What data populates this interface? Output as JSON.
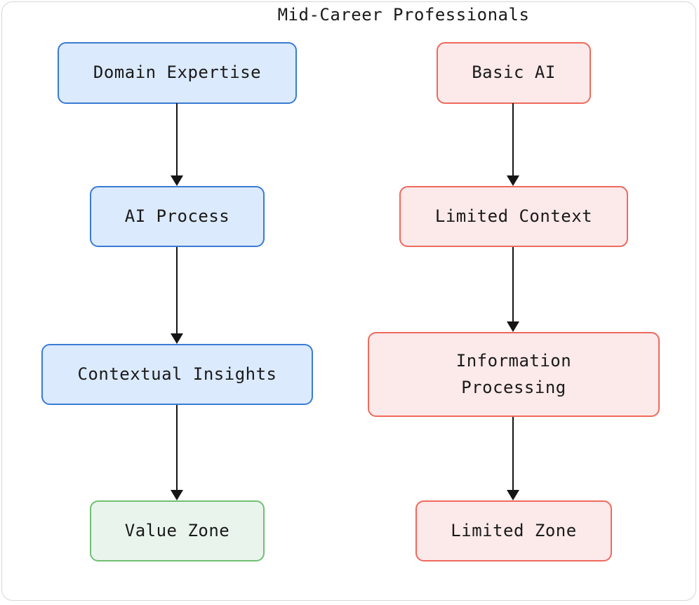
{
  "title": "Mid-Career Professionals",
  "nodes": {
    "domain_expertise": {
      "label": "Domain Expertise",
      "type": "blue"
    },
    "ai_process": {
      "label": "AI Process",
      "type": "blue"
    },
    "contextual_insights": {
      "label": "Contextual Insights",
      "type": "blue"
    },
    "value_zone": {
      "label": "Value Zone",
      "type": "green"
    },
    "basic_ai": {
      "label": "Basic AI",
      "type": "red"
    },
    "limited_context": {
      "label": "Limited Context",
      "type": "red"
    },
    "information_processing": {
      "label": "Information\nProcessing",
      "type": "red"
    },
    "limited_zone": {
      "label": "Limited Zone",
      "type": "red"
    }
  },
  "edges": [
    {
      "from": "Domain Expertise",
      "to": "AI Process"
    },
    {
      "from": "AI Process",
      "to": "Contextual Insights"
    },
    {
      "from": "Contextual Insights",
      "to": "Value Zone"
    },
    {
      "from": "Basic AI",
      "to": "Limited Context"
    },
    {
      "from": "Limited Context",
      "to": "Information Processing"
    },
    {
      "from": "Information Processing",
      "to": "Limited Zone"
    }
  ],
  "colors": {
    "background": "#ffffff",
    "frame_border": "#d6d6d6",
    "blue_fill": "#dbeafc",
    "blue_stroke": "#3a7bd5",
    "red_fill": "#fce9e9",
    "red_stroke": "#ee6a5c",
    "green_fill": "#e9f5ec",
    "green_stroke": "#6fbf73",
    "arrow": "#151515",
    "text": "#1a1a1a"
  }
}
